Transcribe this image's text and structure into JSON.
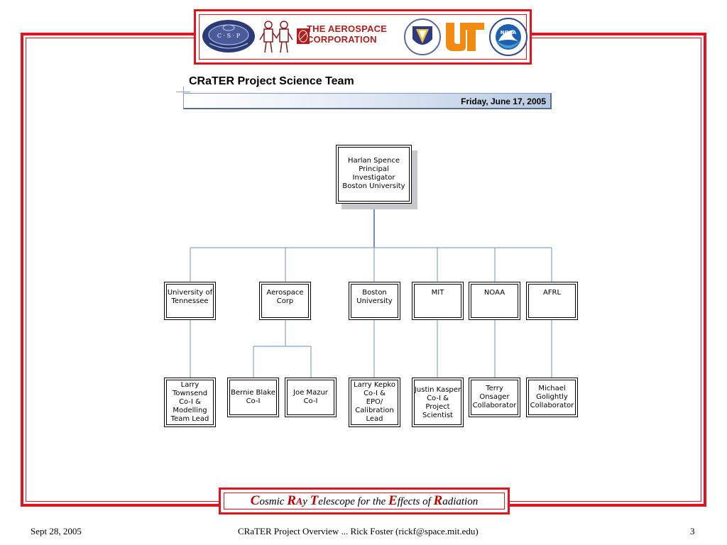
{
  "slide": {
    "title": "CRaTER Project Science Team",
    "date": "Friday, June 17, 2005"
  },
  "logos": {
    "csp": "C · S · P",
    "aerospace_line1": "THE AEROSPACE",
    "aerospace_line2": "CORPORATION",
    "ut": "UT",
    "noaa": "NOAA"
  },
  "org": {
    "pi": [
      "Harlan Spence",
      "Principal",
      "Investigator",
      "Boston University"
    ],
    "institutions": [
      {
        "name": [
          "University of",
          "Tennessee"
        ]
      },
      {
        "name": [
          "Aerospace",
          "Corp"
        ]
      },
      {
        "name": [
          "Boston",
          "University"
        ]
      },
      {
        "name": [
          "MIT"
        ]
      },
      {
        "name": [
          "NOAA"
        ]
      },
      {
        "name": [
          "AFRL"
        ]
      }
    ],
    "members": [
      {
        "text": [
          "Larry",
          "Townsend",
          "Co-I &",
          "Modelling",
          "Team Lead"
        ]
      },
      {
        "text": [
          "Bernie Blake",
          "Co-I"
        ]
      },
      {
        "text": [
          "Joe Mazur",
          "Co-I"
        ]
      },
      {
        "text": [
          "Larry Kepko",
          "Co-I &",
          "EPO/",
          "Calibration",
          "Lead"
        ]
      },
      {
        "text": [
          "Justin Kasper",
          "Co-I &",
          "Project",
          "Scientist"
        ]
      },
      {
        "text": [
          "Terry",
          "Onsager",
          "Collaborator"
        ]
      },
      {
        "text": [
          "Michael",
          "Golightly",
          "Collaborator"
        ]
      }
    ]
  },
  "banner": {
    "w1_cap": "C",
    "w1_rest": "osmic",
    "w2_cap": "R",
    "w2_mid": "A",
    "w2_rest": "y",
    "w3_cap": "T",
    "w3_rest": "elescope",
    "w4": "for the",
    "w5_cap": "E",
    "w5_rest": "ffects",
    "w6": "of",
    "w7_cap": "R",
    "w7_rest": "adiation"
  },
  "footer": {
    "left": "Sept 28, 2005",
    "center": "CRaTER Project Overview ... Rick Foster (rickf@space.mit.edu)",
    "right": "3"
  },
  "colors": {
    "frame_red": "#e0141e",
    "connector_blue": "#8aa4c8",
    "date_bar_blue": "#b7c9e2"
  }
}
